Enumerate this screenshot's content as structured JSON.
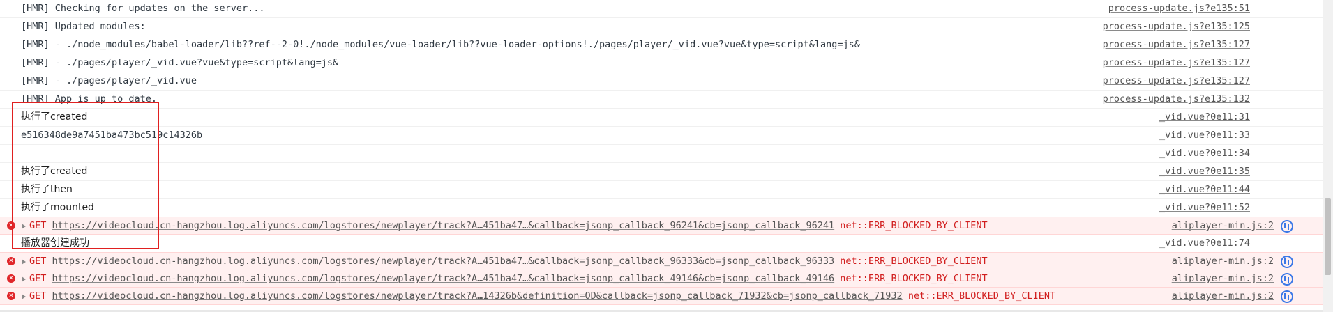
{
  "console": {
    "rows": [
      {
        "msg": "[HMR] Checking for updates on the server...",
        "src": "process-update.js?e135:51"
      },
      {
        "msg": "[HMR] Updated modules:",
        "src": "process-update.js?e135:125"
      },
      {
        "msg": "[HMR]  - ./node_modules/babel-loader/lib??ref--2-0!./node_modules/vue-loader/lib??vue-loader-options!./pages/player/_vid.vue?vue&type=script&lang=js&",
        "src": "process-update.js?e135:127"
      },
      {
        "msg": "[HMR]  - ./pages/player/_vid.vue?vue&type=script&lang=js&",
        "src": "process-update.js?e135:127"
      },
      {
        "msg": "[HMR]  - ./pages/player/_vid.vue",
        "src": "process-update.js?e135:127"
      },
      {
        "msg": "[HMR] App is up to date.",
        "src": "process-update.js?e135:132"
      },
      {
        "msg": "执行了created",
        "src": "_vid.vue?0e11:31"
      },
      {
        "msg": "e516348de9a7451ba473bc519c14326b",
        "src": "_vid.vue?0e11:33"
      },
      {
        "msg": "",
        "src": "_vid.vue?0e11:34"
      },
      {
        "msg": "执行了created",
        "src": "_vid.vue?0e11:35"
      },
      {
        "msg": "执行了then",
        "src": "_vid.vue?0e11:44"
      },
      {
        "msg": "执行了mounted",
        "src": "_vid.vue?0e11:52"
      }
    ],
    "error1": {
      "method": "GET",
      "url": "https://videocloud.cn-hangzhou.log.aliyuncs.com/logstores/newplayer/track?A…451ba47…&callback=jsonp_callback_96241&cb=jsonp_callback_96241",
      "error": "net::ERR_BLOCKED_BY_CLIENT",
      "src": "aliplayer-min.js:2"
    },
    "log_player": {
      "msg": "播放器创建成功",
      "src": "_vid.vue?0e11:74"
    },
    "error2": {
      "method": "GET",
      "url": "https://videocloud.cn-hangzhou.log.aliyuncs.com/logstores/newplayer/track?A…451ba47…&callback=jsonp_callback_96333&cb=jsonp_callback_96333",
      "error": "net::ERR_BLOCKED_BY_CLIENT",
      "src": "aliplayer-min.js:2"
    },
    "error3": {
      "method": "GET",
      "url": "https://videocloud.cn-hangzhou.log.aliyuncs.com/logstores/newplayer/track?A…451ba47…&callback=jsonp_callback_49146&cb=jsonp_callback_49146",
      "error": "net::ERR_BLOCKED_BY_CLIENT",
      "src": "aliplayer-min.js:2"
    },
    "error4": {
      "method": "GET",
      "url": "https://videocloud.cn-hangzhou.log.aliyuncs.com/logstores/newplayer/track?A…14326b&definition=OD&callback=jsonp_callback_71932&cb=jsonp_callback_71932",
      "error": "net::ERR_BLOCKED_BY_CLIENT",
      "src": "aliplayer-min.js:2"
    }
  },
  "colors": {
    "error_bg": "#fff0f0",
    "error_text": "#d11e1e",
    "highlight_box": "#e02020",
    "network_icon": "#3b78e7"
  },
  "icons": {
    "error": "error-circle-icon",
    "expand": "expand-triangle-icon",
    "network": "network-panel-icon"
  }
}
